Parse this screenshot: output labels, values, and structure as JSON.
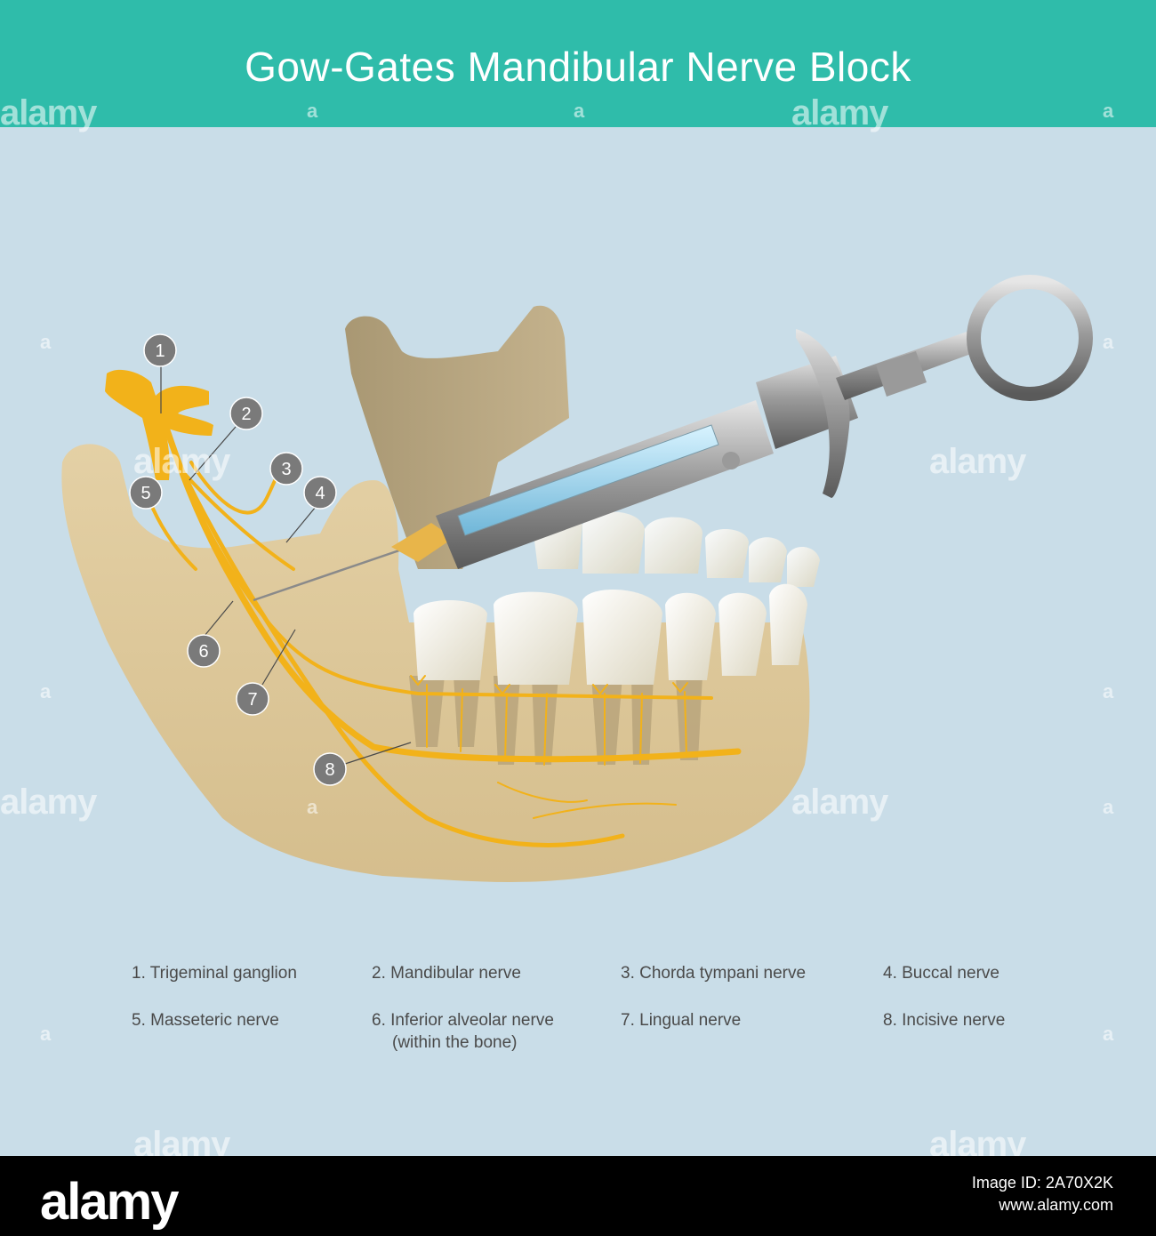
{
  "title": "Gow-Gates Mandibular Nerve Block",
  "markers": [
    "1",
    "2",
    "3",
    "4",
    "5",
    "6",
    "7",
    "8"
  ],
  "legend": [
    {
      "label": "1. Trigeminal ganglion"
    },
    {
      "label": "2. Mandibular nerve"
    },
    {
      "label": "3. Chorda tympani nerve"
    },
    {
      "label": "4. Buccal nerve"
    },
    {
      "label": "5. Masseteric nerve"
    },
    {
      "label": "6. Inferior alveolar nerve",
      "sub": "(within the bone)"
    },
    {
      "label": "7. Lingual nerve"
    },
    {
      "label": "8. Incisive nerve"
    }
  ],
  "watermark": {
    "text": "alamy",
    "letter": "a"
  },
  "footer": {
    "logo": "alamy",
    "image_id": "Image ID: 2A70X2K",
    "url": "www.alamy.com"
  },
  "colors": {
    "header": "#2fbcaa",
    "background": "#c9dde8",
    "bone": "#e0c795",
    "nerve": "#f2b21a",
    "tooth": "#f4f1e4",
    "marker": "#7a7a7a"
  }
}
